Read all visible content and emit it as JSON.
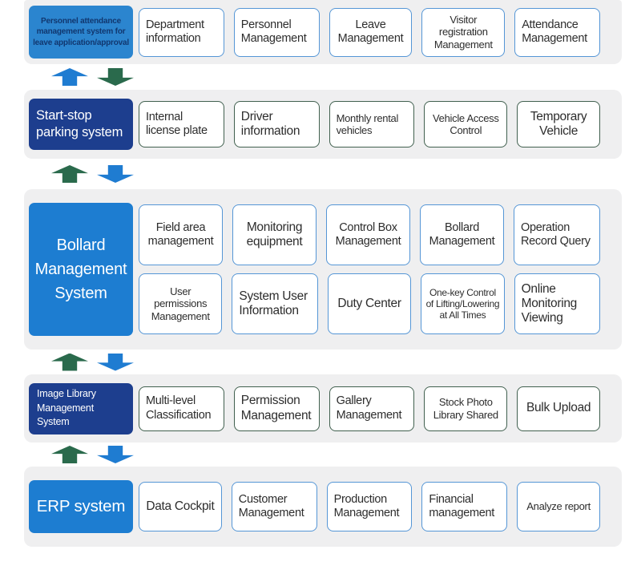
{
  "colors": {
    "row_bg": "#efeff0",
    "bright_blue": "#1d7dd1",
    "medium_blue": "#2b85cf",
    "navy": "#1d3e8e",
    "navy_text": "#11376f",
    "blue_border": "#5596d6",
    "green_border": "#41604f",
    "arrow_blue": "#1f7cd1",
    "arrow_green": "#2a6a4c"
  },
  "rows": [
    {
      "id": "personnel-attendance",
      "label": {
        "text": "Personnel attendance management system for leave application/approval",
        "style": "medium"
      },
      "border": "blue",
      "item_rows": [
        [
          {
            "label": "Department information",
            "align": "left",
            "size": "md"
          },
          {
            "label": "Personnel Management",
            "align": "left",
            "size": "md"
          },
          {
            "label": "Leave Management",
            "align": "center",
            "size": "md"
          },
          {
            "label": "Visitor registration Management",
            "align": "center",
            "size": "sm"
          },
          {
            "label": "Attendance Management",
            "align": "left",
            "size": "md"
          }
        ]
      ]
    },
    {
      "id": "start-stop-parking",
      "label": {
        "text": "Start-stop parking system",
        "style": "navy"
      },
      "border": "green",
      "item_rows": [
        [
          {
            "label": "Internal license plate",
            "align": "left",
            "size": "md"
          },
          {
            "label": "Driver information",
            "align": "left",
            "size": "lg"
          },
          {
            "label": "Monthly rental vehicles",
            "align": "left",
            "size": "sm"
          },
          {
            "label": "Vehicle Access Control",
            "align": "center",
            "size": "sm"
          },
          {
            "label": "Temporary Vehicle",
            "align": "center",
            "size": "lg"
          }
        ]
      ]
    },
    {
      "id": "bollard-management",
      "label": {
        "text": "Bollard Management System",
        "style": "bright"
      },
      "border": "blue",
      "item_rows": [
        [
          {
            "label": "Field area management",
            "align": "center",
            "size": "md"
          },
          {
            "label": "Monitoring equipment",
            "align": "center",
            "size": "lg"
          },
          {
            "label": "Control Box Management",
            "align": "center",
            "size": "md"
          },
          {
            "label": "Bollard Management",
            "align": "center",
            "size": "md"
          },
          {
            "label": "Operation Record Query",
            "align": "left",
            "size": "md"
          }
        ],
        [
          {
            "label": "User permissions Management",
            "align": "center",
            "size": "sm"
          },
          {
            "label": "System User Information",
            "align": "left",
            "size": "lg"
          },
          {
            "label": "Duty Center",
            "align": "center",
            "size": "lg"
          },
          {
            "label": "One-key Control of Lifting/Lowering at All Times",
            "align": "center",
            "size": "xs"
          },
          {
            "label": "Online Monitoring Viewing",
            "align": "left",
            "size": "lg"
          }
        ]
      ]
    },
    {
      "id": "image-library",
      "label": {
        "text": "Image Library Management System",
        "style": "navy"
      },
      "border": "green",
      "item_rows": [
        [
          {
            "label": "Multi-level Classification",
            "align": "left",
            "size": "md"
          },
          {
            "label": "Permission Management",
            "align": "left",
            "size": "lg"
          },
          {
            "label": "Gallery Management",
            "align": "left",
            "size": "md"
          },
          {
            "label": "Stock Photo Library Shared",
            "align": "center",
            "size": "sm"
          },
          {
            "label": "Bulk Upload",
            "align": "center",
            "size": "lg"
          }
        ]
      ]
    },
    {
      "id": "erp",
      "label": {
        "text": "ERP system",
        "style": "bright"
      },
      "border": "blue",
      "item_rows": [
        [
          {
            "label": "Data Cockpit",
            "align": "center",
            "size": "lg"
          },
          {
            "label": "Customer Management",
            "align": "left",
            "size": "md"
          },
          {
            "label": "Production Management",
            "align": "left",
            "size": "md"
          },
          {
            "label": "Financial management",
            "align": "left",
            "size": "md"
          },
          {
            "label": "Analyze report",
            "align": "center",
            "size": "sm"
          }
        ]
      ]
    }
  ],
  "connectors": [
    {
      "up": "blue",
      "down": "green"
    },
    {
      "up": "green",
      "down": "blue"
    },
    {
      "up": "green",
      "down": "blue"
    },
    {
      "up": "green",
      "down": "blue"
    }
  ]
}
